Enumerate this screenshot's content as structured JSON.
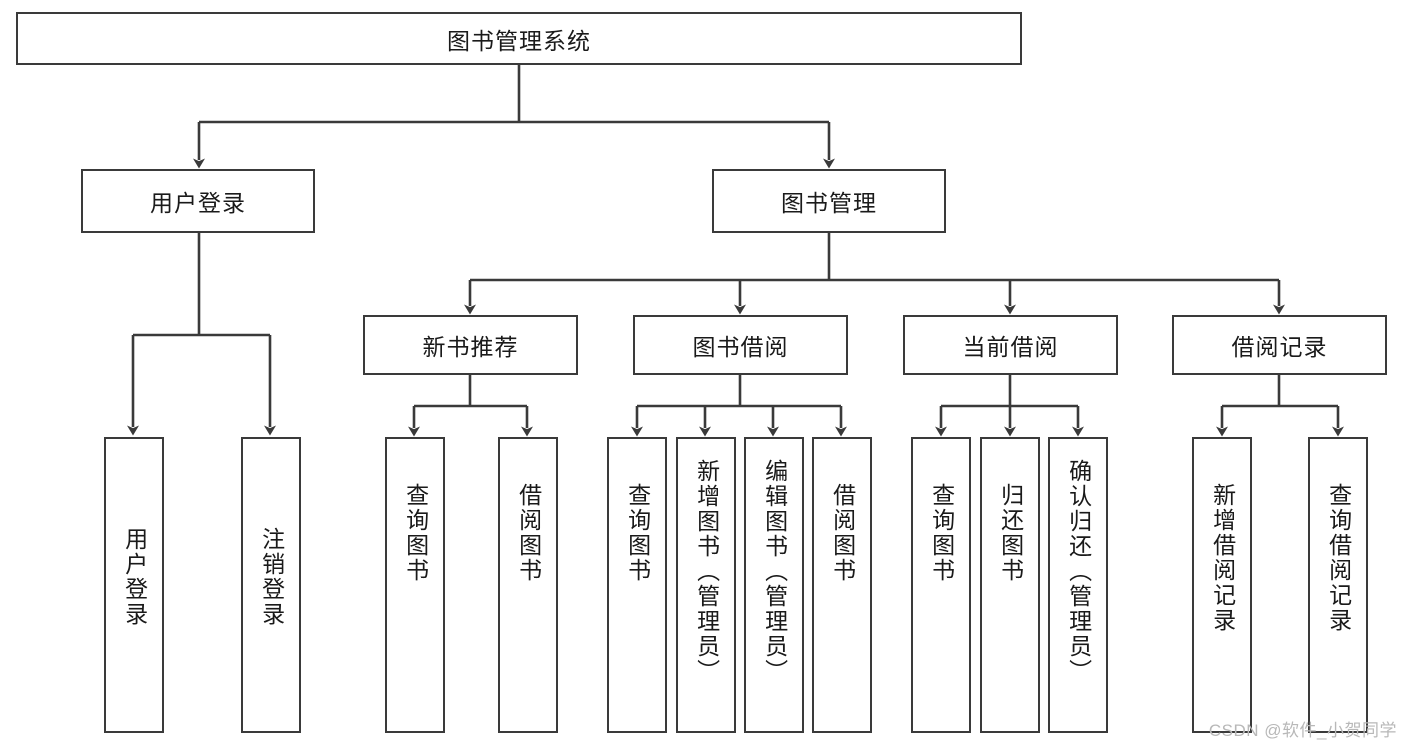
{
  "diagram": {
    "title": "图书管理系统",
    "type": "tree-hierarchy",
    "root": {
      "label": "图书管理系统"
    },
    "level2": [
      {
        "label": "用户登录"
      },
      {
        "label": "图书管理"
      }
    ],
    "level3": [
      {
        "label": "新书推荐"
      },
      {
        "label": "图书借阅"
      },
      {
        "label": "当前借阅"
      },
      {
        "label": "借阅记录"
      }
    ],
    "leaves": {
      "user_login": [
        {
          "label": "用户登录"
        },
        {
          "label": "注销登录"
        }
      ],
      "new_book_recommend": [
        {
          "label": "查询图书"
        },
        {
          "label": "借阅图书"
        }
      ],
      "book_borrow": [
        {
          "label": "查询图书"
        },
        {
          "label": "新增图书（管理员）"
        },
        {
          "label": "编辑图书（管理员）"
        },
        {
          "label": "借阅图书"
        }
      ],
      "current_borrow": [
        {
          "label": "查询图书"
        },
        {
          "label": "归还图书"
        },
        {
          "label": "确认归还（管理员）"
        }
      ],
      "borrow_record": [
        {
          "label": "新增借阅记录"
        },
        {
          "label": "查询借阅记录"
        }
      ]
    }
  },
  "watermark": {
    "text": "CSDN @软件_小贺同学"
  },
  "colors": {
    "stroke": "#3a3a3a",
    "background": "#ffffff",
    "text": "#1a1a1a",
    "watermark": "#b8b8b8"
  }
}
